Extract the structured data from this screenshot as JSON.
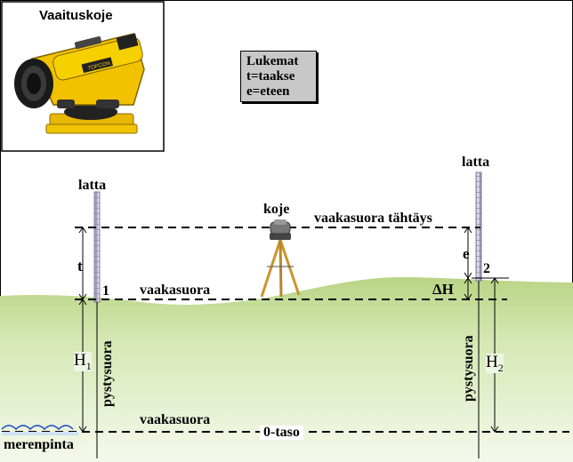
{
  "inset": {
    "title": "Vaaituskoje"
  },
  "legend": {
    "title": "Lukemat",
    "line1": "t=taakse",
    "line2": "e=eteen"
  },
  "labels": {
    "rod_left": "latta",
    "rod_right": "latta",
    "instrument": "koje",
    "sight_line": "vaakasuora tähtäys",
    "level_left": "vaakasuora",
    "level_bottom": "vaakasuora",
    "datum": "0-taso",
    "sea": "merenpinta",
    "back_reading": "t",
    "fore_reading": "e",
    "point1": "1",
    "point2": "2",
    "delta_h": "ΔH",
    "h1": "H",
    "h1_sub": "1",
    "h2": "H",
    "h2_sub": "2",
    "vertical_left": "pystysuora",
    "vertical_right": "pystysuora"
  },
  "colors": {
    "ground_top": "#c7dd96",
    "ground_bottom": "#f2f8ea",
    "instrument_body": "#f2c200",
    "tripod": "#d4a63a"
  }
}
